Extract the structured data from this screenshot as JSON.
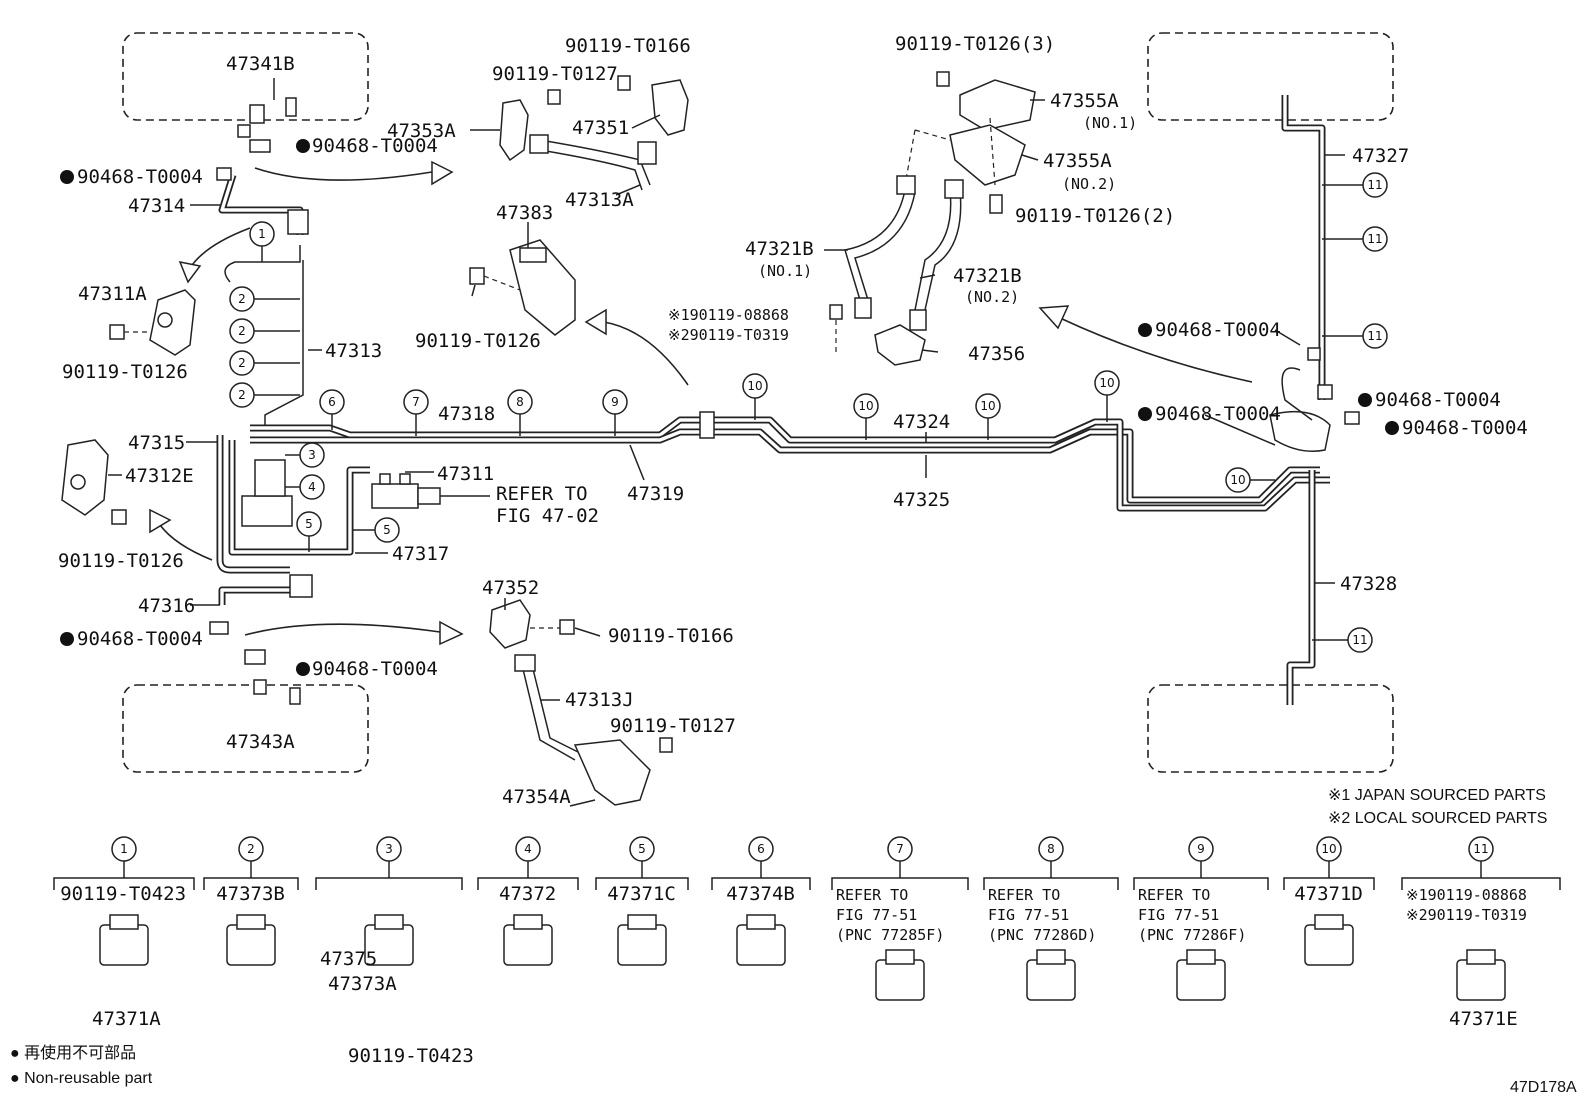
{
  "diagram": {
    "code": "47D178A",
    "labels": {
      "p47341B": "47341B",
      "p90468_1": "90468-T0004",
      "p90468_2": "90468-T0004",
      "p47314": "47314",
      "p47311A": "47311A",
      "p90119_T0126_a": "90119-T0126",
      "p47313": "47313",
      "p47315": "47315",
      "p47312E": "47312E",
      "p90119_T0126_b": "90119-T0126",
      "p47316": "47316",
      "p90468_3": "90468-T0004",
      "p90468_4": "90468-T0004",
      "p47343A": "47343A",
      "p90119_T0166_a": "90119-T0166",
      "p90119_T0127_a": "90119-T0127",
      "p47353A": "47353A",
      "p47351": "47351",
      "p47313A": "47313A",
      "p47383": "47383",
      "p90119_T0126_c": "90119-T0126",
      "p47318": "47318",
      "p47311": "47311",
      "refer_0202_a": "REFER TO",
      "refer_0202_b": "FIG 47-02",
      "p47319": "47319",
      "p47317": "47317",
      "p47352": "47352",
      "p90119_T0166_b": "90119-T0166",
      "p47313J": "47313J",
      "p90119_T0127_b": "90119-T0127",
      "p47354A": "47354A",
      "p90119_T0126_3": "90119-T0126(3)",
      "p47355A_1": "47355A",
      "no1_a": "(NO.1)",
      "p47355A_2": "47355A",
      "no2_a": "(NO.2)",
      "p90119_T0126_2": "90119-T0126(2)",
      "p47321B_1": "47321B",
      "no1_b": "(NO.1)",
      "p47321B_2": "47321B",
      "no2_b": "(NO.2)",
      "ref1_08868": "※190119-08868",
      "ref2_T0319": "※290119-T0319",
      "p47356": "47356",
      "p47324": "47324",
      "p47325": "47325",
      "p47327": "47327",
      "p90468_5": "90468-T0004",
      "p90468_6": "90468-T0004",
      "p90468_7": "90468-T0004",
      "p90468_8": "90468-T0004",
      "p47328": "47328"
    },
    "circled_numbers": [
      "1",
      "2",
      "2",
      "2",
      "2",
      "3",
      "4",
      "5",
      "5",
      "6",
      "7",
      "8",
      "9",
      "10",
      "10",
      "10",
      "10",
      "10",
      "11",
      "11",
      "11",
      "11"
    ],
    "notes": {
      "japan": "※1 JAPAN SOURCED PARTS",
      "local": "※2 LOCAL SOURCED PARTS",
      "nonreusable_jp": "● 再使用不可部品",
      "nonreusable_en": "● Non-reusable part"
    },
    "legend": [
      {
        "num": "1",
        "lines": [
          "90119-T0423"
        ],
        "part": "47371A"
      },
      {
        "num": "2",
        "lines": [
          "47373B"
        ],
        "part": ""
      },
      {
        "num": "3",
        "lines": [],
        "part": "47375",
        "part2": "47373A",
        "part3": "90119-T0423"
      },
      {
        "num": "4",
        "lines": [
          "47372"
        ],
        "part": ""
      },
      {
        "num": "5",
        "lines": [
          "47371C"
        ],
        "part": ""
      },
      {
        "num": "6",
        "lines": [
          "47374B"
        ],
        "part": ""
      },
      {
        "num": "7",
        "lines": [
          "REFER TO",
          "FIG 77-51",
          "(PNC 77285F)"
        ],
        "part": ""
      },
      {
        "num": "8",
        "lines": [
          "REFER TO",
          "FIG 77-51",
          "(PNC 77286D)"
        ],
        "part": ""
      },
      {
        "num": "9",
        "lines": [
          "REFER TO",
          "FIG 77-51",
          "(PNC 77286F)"
        ],
        "part": ""
      },
      {
        "num": "10",
        "lines": [
          "47371D"
        ],
        "part": ""
      },
      {
        "num": "11",
        "lines": [
          "※190119-08868",
          "※290119-T0319"
        ],
        "part": "47371E"
      }
    ]
  }
}
